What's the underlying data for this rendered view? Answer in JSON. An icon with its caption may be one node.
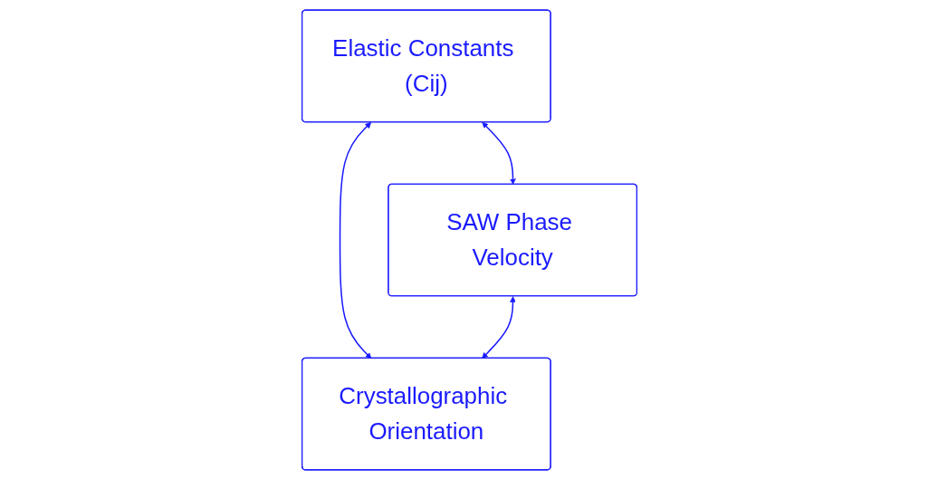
{
  "diagram": {
    "nodes": [
      {
        "text": [
          "Elastic Constants (Cij)"
        ]
      },
      {
        "text": [
          "SAW Phase Velocity"
        ]
      },
      {
        "text": [
          "Crystallographic Orientation"
        ]
      }
    ],
    "edges": [
      {
        "from": 0,
        "to": 1,
        "arrow": "both"
      },
      {
        "from": 0,
        "to": 2,
        "arrow": "both"
      },
      {
        "from": 1,
        "to": 2,
        "arrow": "both"
      }
    ]
  }
}
